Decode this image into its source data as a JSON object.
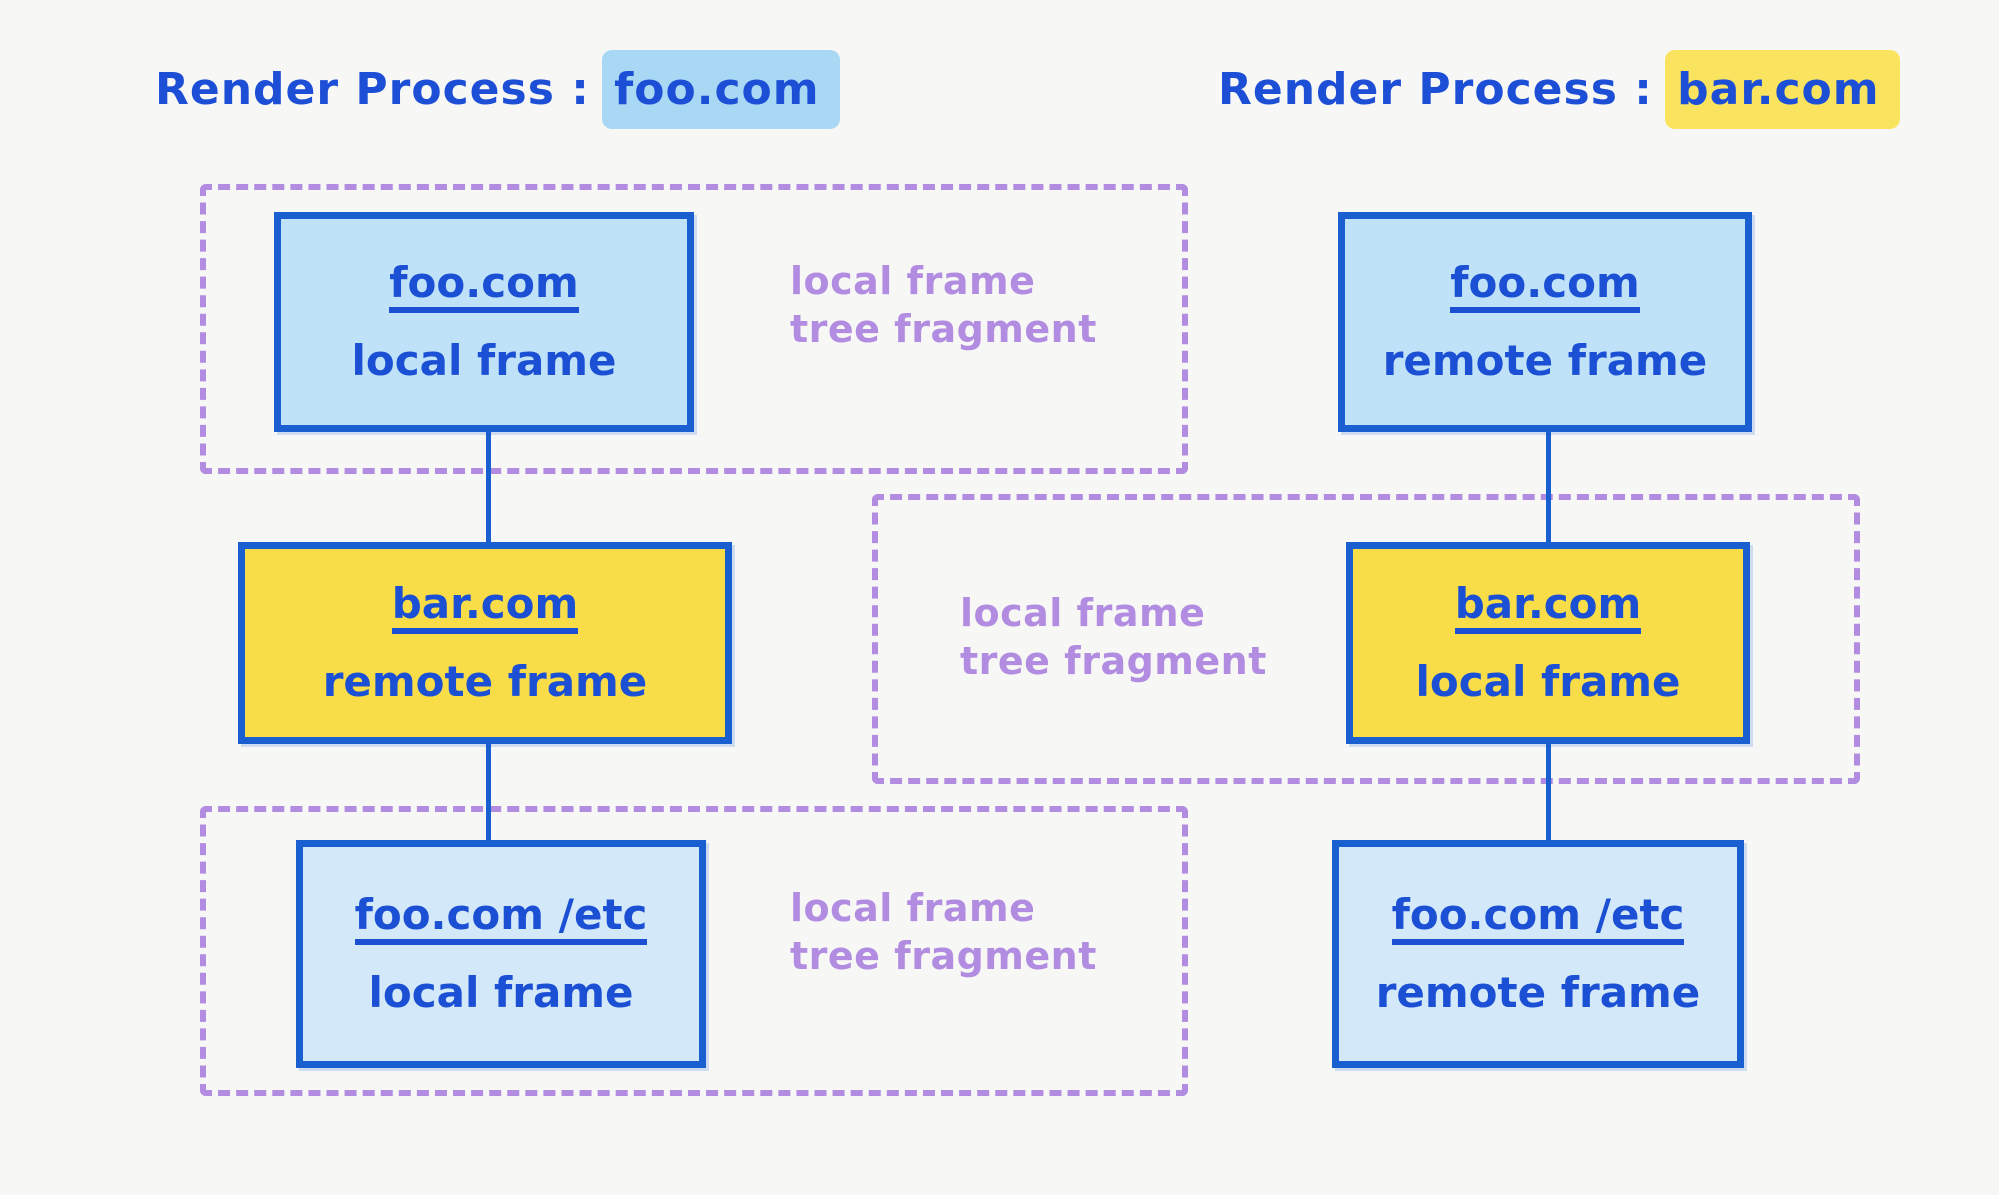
{
  "diagram": {
    "background_color": "#f7f7f5",
    "accent_blue": "#1b4fd4",
    "accent_purple": "#b18ce0",
    "accent_yellow": "#f8dd49",
    "accent_lightblue": "#bfe2f8"
  },
  "processes": [
    {
      "prefix": "Render Process :",
      "origin": "foo.com",
      "highlight_color": "#a9d8f4"
    },
    {
      "prefix": "Render Process :",
      "origin": "bar.com",
      "highlight_color": "#fae45f"
    }
  ],
  "left_column": {
    "nodes": [
      {
        "origin": "foo.com",
        "kind": "local frame"
      },
      {
        "origin": "bar.com",
        "kind": "remote frame"
      },
      {
        "origin": "foo.com /etc",
        "kind": "local frame"
      }
    ]
  },
  "right_column": {
    "nodes": [
      {
        "origin": "foo.com",
        "kind": "remote frame"
      },
      {
        "origin": "bar.com",
        "kind": "local frame"
      },
      {
        "origin": "foo.com /etc",
        "kind": "remote frame"
      }
    ]
  },
  "fragments": [
    {
      "label_line1": "local frame",
      "label_line2": "tree fragment"
    },
    {
      "label_line1": "local frame",
      "label_line2": "tree fragment"
    },
    {
      "label_line1": "local frame",
      "label_line2": "tree fragment"
    }
  ]
}
